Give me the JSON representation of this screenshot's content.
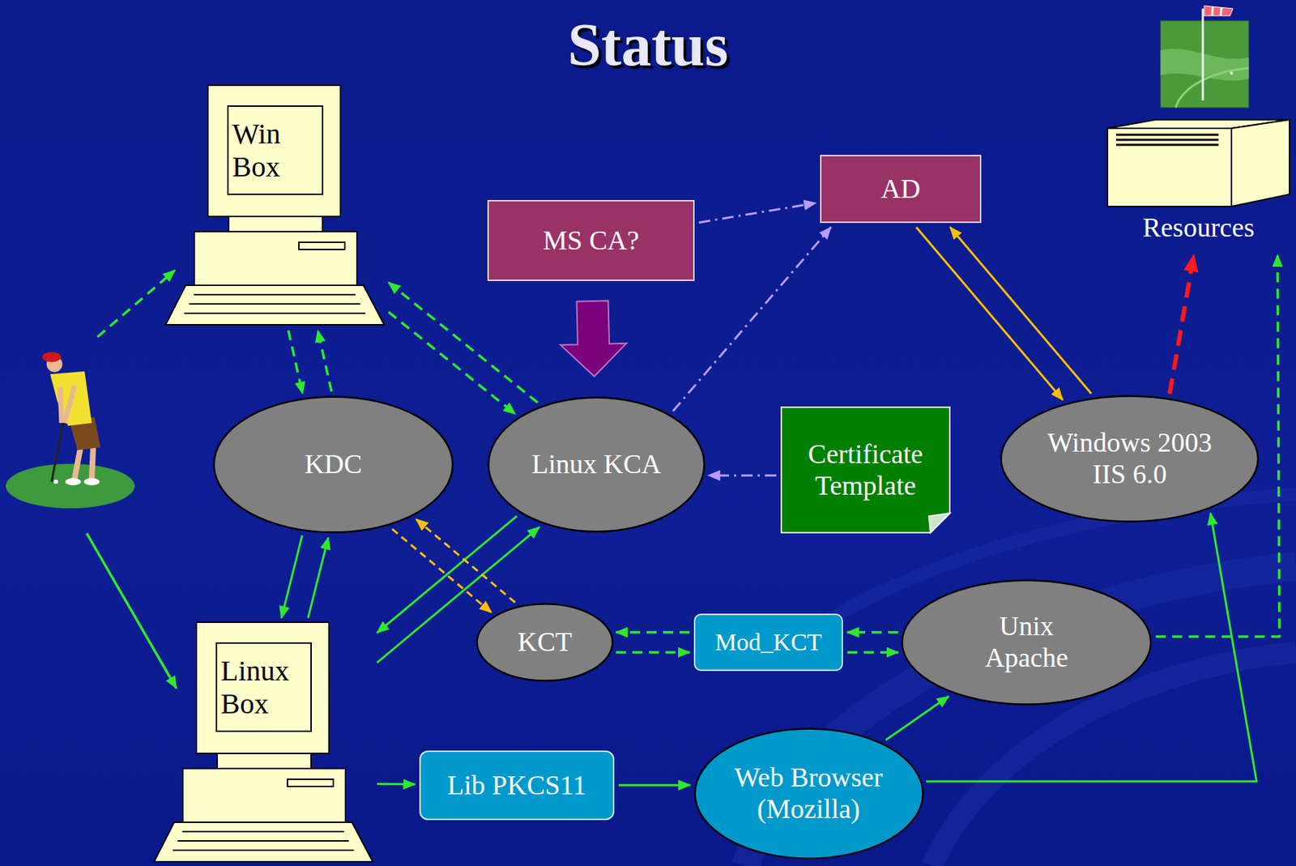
{
  "diagram": {
    "title": "Status",
    "nodes": [
      {
        "text": [
          "Win Box"
        ]
      },
      {
        "text": [
          "MS CA?"
        ]
      },
      {
        "text": [
          "AD"
        ]
      },
      {
        "text": [
          "Resources"
        ]
      },
      {
        "text": [
          "KDC"
        ]
      },
      {
        "text": [
          "Linux KCA"
        ]
      },
      {
        "text": [
          "Certificate Template"
        ]
      },
      {
        "text": [
          "Windows 2003 IIS 6.0"
        ]
      },
      {
        "text": [
          "Linux Box"
        ]
      },
      {
        "text": [
          "KCT"
        ]
      },
      {
        "text": [
          "Mod_KCT"
        ]
      },
      {
        "text": [
          "Unix Apache"
        ]
      },
      {
        "text": [
          "Lib PKCS11"
        ]
      },
      {
        "text": [
          "Web Browser (Mozilla)"
        ]
      }
    ],
    "edges": [
      {
        "from": 1,
        "to": 2,
        "arrow": "to"
      },
      {
        "from": 1,
        "to": 5,
        "arrow": "to"
      },
      {
        "from": 5,
        "to": 2,
        "arrow": "to"
      },
      {
        "from": 6,
        "to": 5,
        "arrow": "to"
      },
      {
        "from": 7,
        "to": 2,
        "arrow": "to"
      },
      {
        "from": 2,
        "to": 7,
        "arrow": "to"
      },
      {
        "from": 7,
        "to": 3,
        "arrow": "to"
      },
      {
        "from": 4,
        "to": 0,
        "arrow": "to"
      },
      {
        "from": 0,
        "to": 4,
        "arrow": "to"
      },
      {
        "from": 5,
        "to": 0,
        "arrow": "to"
      },
      {
        "from": 0,
        "to": 5,
        "arrow": "to"
      },
      {
        "from": 8,
        "to": 4,
        "arrow": "to"
      },
      {
        "from": 4,
        "to": 8,
        "arrow": "to"
      },
      {
        "from": 8,
        "to": 5,
        "arrow": "to"
      },
      {
        "from": 5,
        "to": 8,
        "arrow": "to"
      },
      {
        "from": 4,
        "to": 9,
        "arrow": "to"
      },
      {
        "from": 9,
        "to": 4,
        "arrow": "to"
      },
      {
        "from": 10,
        "to": 9,
        "arrow": "to"
      },
      {
        "from": 9,
        "to": 10,
        "arrow": "to"
      },
      {
        "from": 11,
        "to": 10,
        "arrow": "to"
      },
      {
        "from": 10,
        "to": 11,
        "arrow": "to"
      },
      {
        "from": 11,
        "to": 3,
        "arrow": "to"
      },
      {
        "from": 8,
        "to": 12,
        "arrow": "to"
      },
      {
        "from": 12,
        "to": 13,
        "arrow": "to"
      },
      {
        "from": 13,
        "to": 11,
        "arrow": "to"
      },
      {
        "from": 13,
        "to": 7,
        "arrow": "to"
      }
    ]
  }
}
